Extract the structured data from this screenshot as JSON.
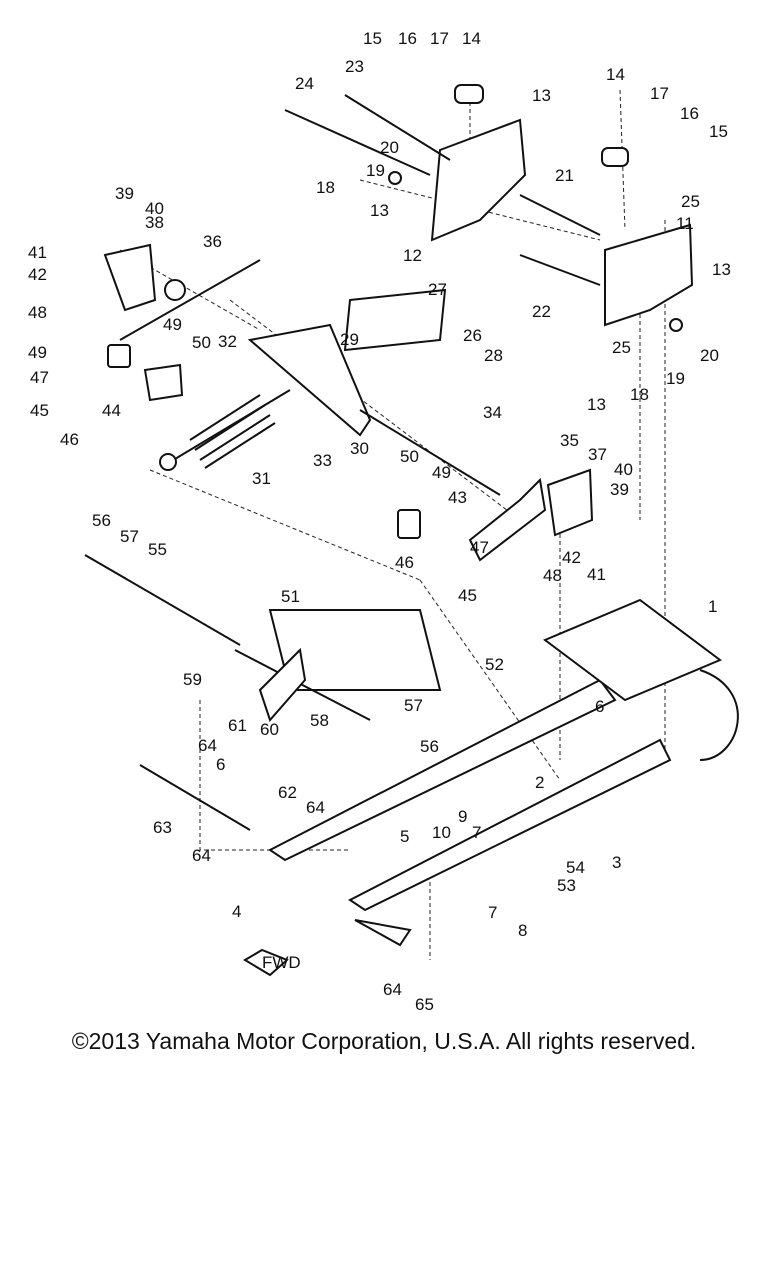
{
  "diagram": {
    "part_labels": [
      "1",
      "2",
      "3",
      "4",
      "5",
      "6",
      "6",
      "7",
      "7",
      "8",
      "9",
      "10",
      "11",
      "12",
      "13",
      "13",
      "13",
      "13",
      "14",
      "14",
      "15",
      "15",
      "16",
      "16",
      "17",
      "17",
      "18",
      "18",
      "19",
      "19",
      "20",
      "20",
      "21",
      "22",
      "23",
      "24",
      "25",
      "25",
      "26",
      "27",
      "28",
      "29",
      "30",
      "31",
      "32",
      "33",
      "34",
      "35",
      "36",
      "37",
      "38",
      "39",
      "39",
      "40",
      "40",
      "41",
      "41",
      "42",
      "42",
      "43",
      "44",
      "45",
      "45",
      "46",
      "46",
      "47",
      "47",
      "48",
      "48",
      "49",
      "49",
      "49",
      "50",
      "50",
      "51",
      "52",
      "53",
      "54",
      "55",
      "56",
      "56",
      "57",
      "57",
      "58",
      "59",
      "60",
      "61",
      "62",
      "63",
      "64",
      "64",
      "64",
      "64",
      "65"
    ],
    "fwd_marker": "FWD"
  },
  "copyright": "©2013 Yamaha Motor Corporation, U.S.A. All rights reserved."
}
